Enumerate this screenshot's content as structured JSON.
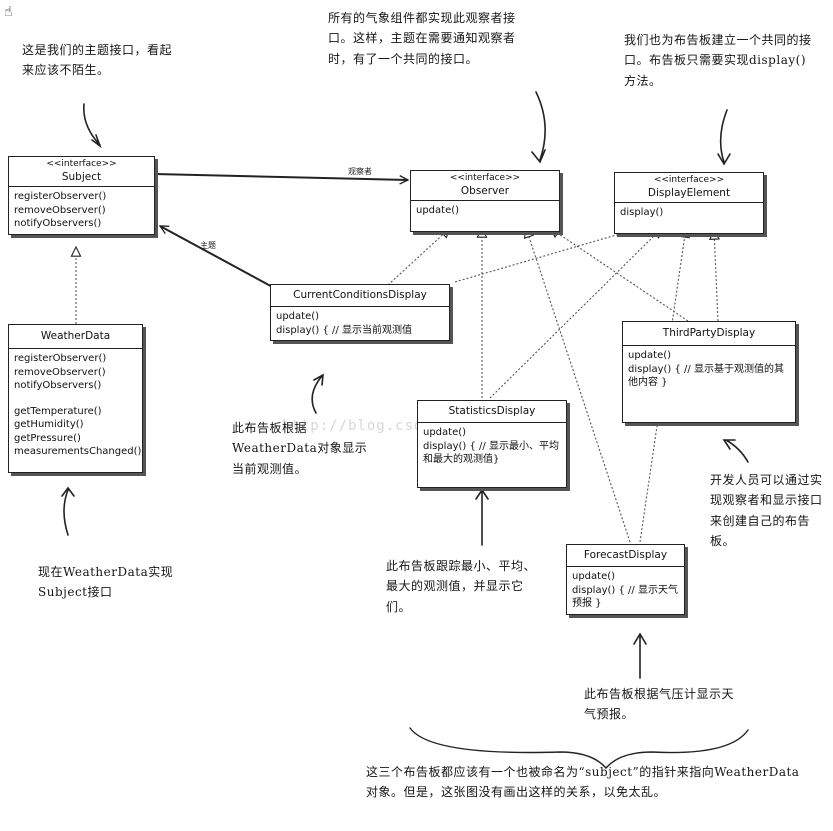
{
  "classes": {
    "subject": {
      "stereotype": "<<interface>>",
      "name": "Subject",
      "methods": [
        "registerObserver()",
        "removeObserver()",
        "notifyObservers()"
      ]
    },
    "observer": {
      "stereotype": "<<interface>>",
      "name": "Observer",
      "methods": [
        "update()"
      ]
    },
    "display_element": {
      "stereotype": "<<interface>>",
      "name": "DisplayElement",
      "methods": [
        "display()"
      ]
    },
    "weather_data": {
      "name": "WeatherData",
      "methods": [
        "registerObserver()",
        "removeObserver()",
        "notifyObservers()"
      ],
      "methods2": [
        "getTemperature()",
        "getHumidity()",
        "getPressure()",
        "measurementsChanged()"
      ]
    },
    "current_conditions": {
      "name": "CurrentConditionsDisplay",
      "methods": [
        "update()",
        "display() { // 显示当前观测值"
      ]
    },
    "statistics": {
      "name": "StatisticsDisplay",
      "methods": [
        "update()",
        "display() { // 显示最小、平均和最大的观测值}"
      ]
    },
    "third_party": {
      "name": "ThirdPartyDisplay",
      "methods": [
        "update()",
        "display() { // 显示基于观测值的其他内容 }"
      ]
    },
    "forecast": {
      "name": "ForecastDisplay",
      "methods": [
        "update()",
        "display() { // 显示天气预报 }"
      ]
    }
  },
  "edge_labels": {
    "observers": "观察者",
    "subject": "主题"
  },
  "notes": {
    "subject_interface": "这是我们的主题接口，看起来应该不陌生。",
    "observer_interface": "所有的气象组件都实现此观察者接口。这样，主题在需要通知观察者时，有了一个共同的接口。",
    "display_interface": "我们也为布告板建立一个共同的接口。布告板只需要实现display()方法。",
    "weather_data_impl": "现在WeatherData实现Subject接口",
    "current_display": "此布告板根据WeatherData对象显示当前观测值。",
    "statistics_display": "此布告板跟踪最小、平均、最大的观测值，并显示它们。",
    "third_party_display": "开发人员可以通过实现观察者和显示接口来创建自己的布告板。",
    "forecast_display": "此布告板根据气压计显示天气预报。",
    "bottom": "这三个布告板都应该有一个也被命名为“subject”的指针来指向WeatherData对象。但是，这张图没有画出这样的关系，以免太乱。"
  },
  "watermark": "http://blog.csdn.net/62222505"
}
